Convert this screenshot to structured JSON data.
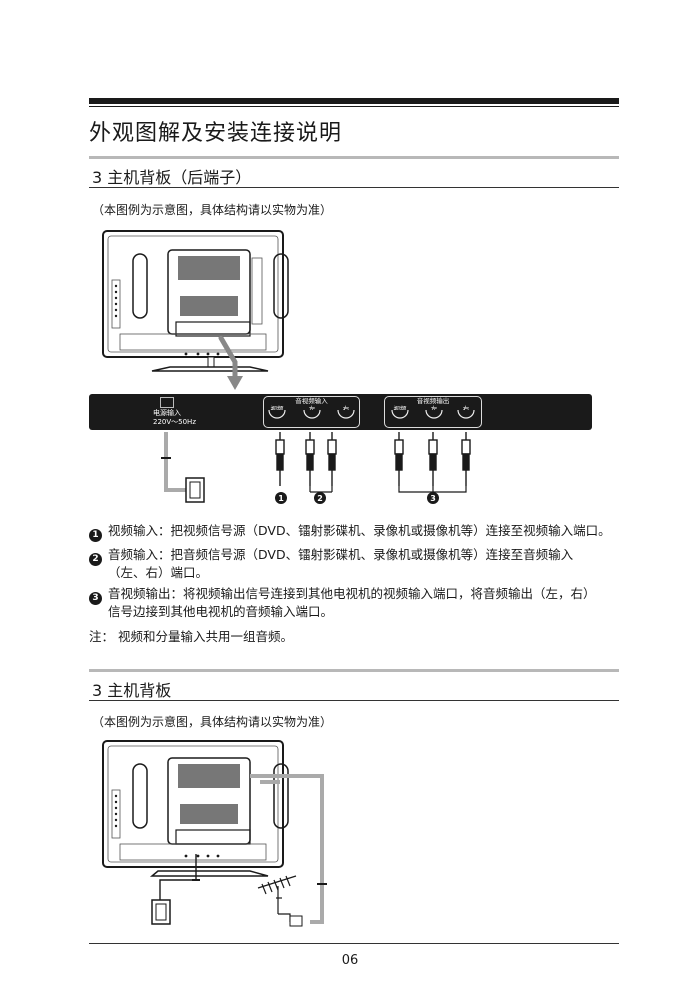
{
  "header": {
    "title": "外观图解及安装连接说明"
  },
  "section1": {
    "title": "3  主机背板（后端子）",
    "note": "（本图例为示意图，具体结构请以实物为准）"
  },
  "panel": {
    "power_label": "电源输入",
    "power_spec": "220V～50Hz",
    "av_in_title": "音视频输入",
    "av_out_title": "音视频输出",
    "jack_video": "视频",
    "jack_left": "左",
    "jack_right": "右",
    "markers": [
      "1",
      "2",
      "3"
    ]
  },
  "instructions": [
    {
      "num": "1",
      "text": "视频输入：把视频信号源（DVD、镭射影碟机、录像机或摄像机等）连接至视频输入端口。"
    },
    {
      "num": "2",
      "text": "音频输入：把音频信号源（DVD、镭射影碟机、录像机或摄像机等）连接至音频输入",
      "text2": "（左、右）端口。"
    },
    {
      "num": "3",
      "text": "音视频输出：将视频输出信号连接到其他电视机的视频输入端口，将音频输出（左，右）",
      "text2": "信号边接到其他电视机的音频输入端口。"
    }
  ],
  "footnote": "注： 视频和分量输入共用一组音频。",
  "section2": {
    "title": "3  主机背板",
    "note": "（本图例为示意图，具体结构请以实物为准）"
  },
  "footer": {
    "page": "06"
  }
}
